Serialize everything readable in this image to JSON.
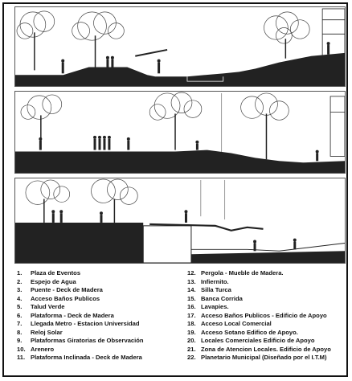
{
  "legend": {
    "left": [
      {
        "num": "1.",
        "label": "Plaza de Eventos"
      },
      {
        "num": "2.",
        "label": "Espejo de Agua"
      },
      {
        "num": "3.",
        "label": "Puente - Deck de Madera"
      },
      {
        "num": "4.",
        "label": "Acceso Baños Publicos"
      },
      {
        "num": "5.",
        "label": "Talud Verde"
      },
      {
        "num": "6.",
        "label": "Plataforma - Deck de Madera"
      },
      {
        "num": "7.",
        "label": "Llegada Metro - Estacion Universidad"
      },
      {
        "num": "8.",
        "label": "Reloj Solar"
      },
      {
        "num": "9.",
        "label": "Plataformas Giratorias de Observación"
      },
      {
        "num": "10.",
        "label": "Arenero"
      },
      {
        "num": "11.",
        "label": "Plataforma Inclinada - Deck de Madera"
      }
    ],
    "right": [
      {
        "num": "12.",
        "label": "Pergola - Mueble de Madera."
      },
      {
        "num": "13.",
        "label": "Infiernito."
      },
      {
        "num": "14.",
        "label": "Silla Turca"
      },
      {
        "num": "15.",
        "label": "Banca Corrida"
      },
      {
        "num": "16.",
        "label": "Lavapies."
      },
      {
        "num": "17.",
        "label": "Acceso Baños Publicos - Edificio de Apoyo"
      },
      {
        "num": "18.",
        "label": "Acceso Local Comercial"
      },
      {
        "num": "19.",
        "label": "Acceso Sotano Edifico de Apoyo."
      },
      {
        "num": "20.",
        "label": "Locales Comerciales Edificio de Apoyo"
      },
      {
        "num": "21.",
        "label": "Zona de Atencion Locales. Edificio de Apoyo"
      },
      {
        "num": "22.",
        "label": "Planetario Municipal (Diseñado por el  I.T.M)"
      }
    ]
  }
}
